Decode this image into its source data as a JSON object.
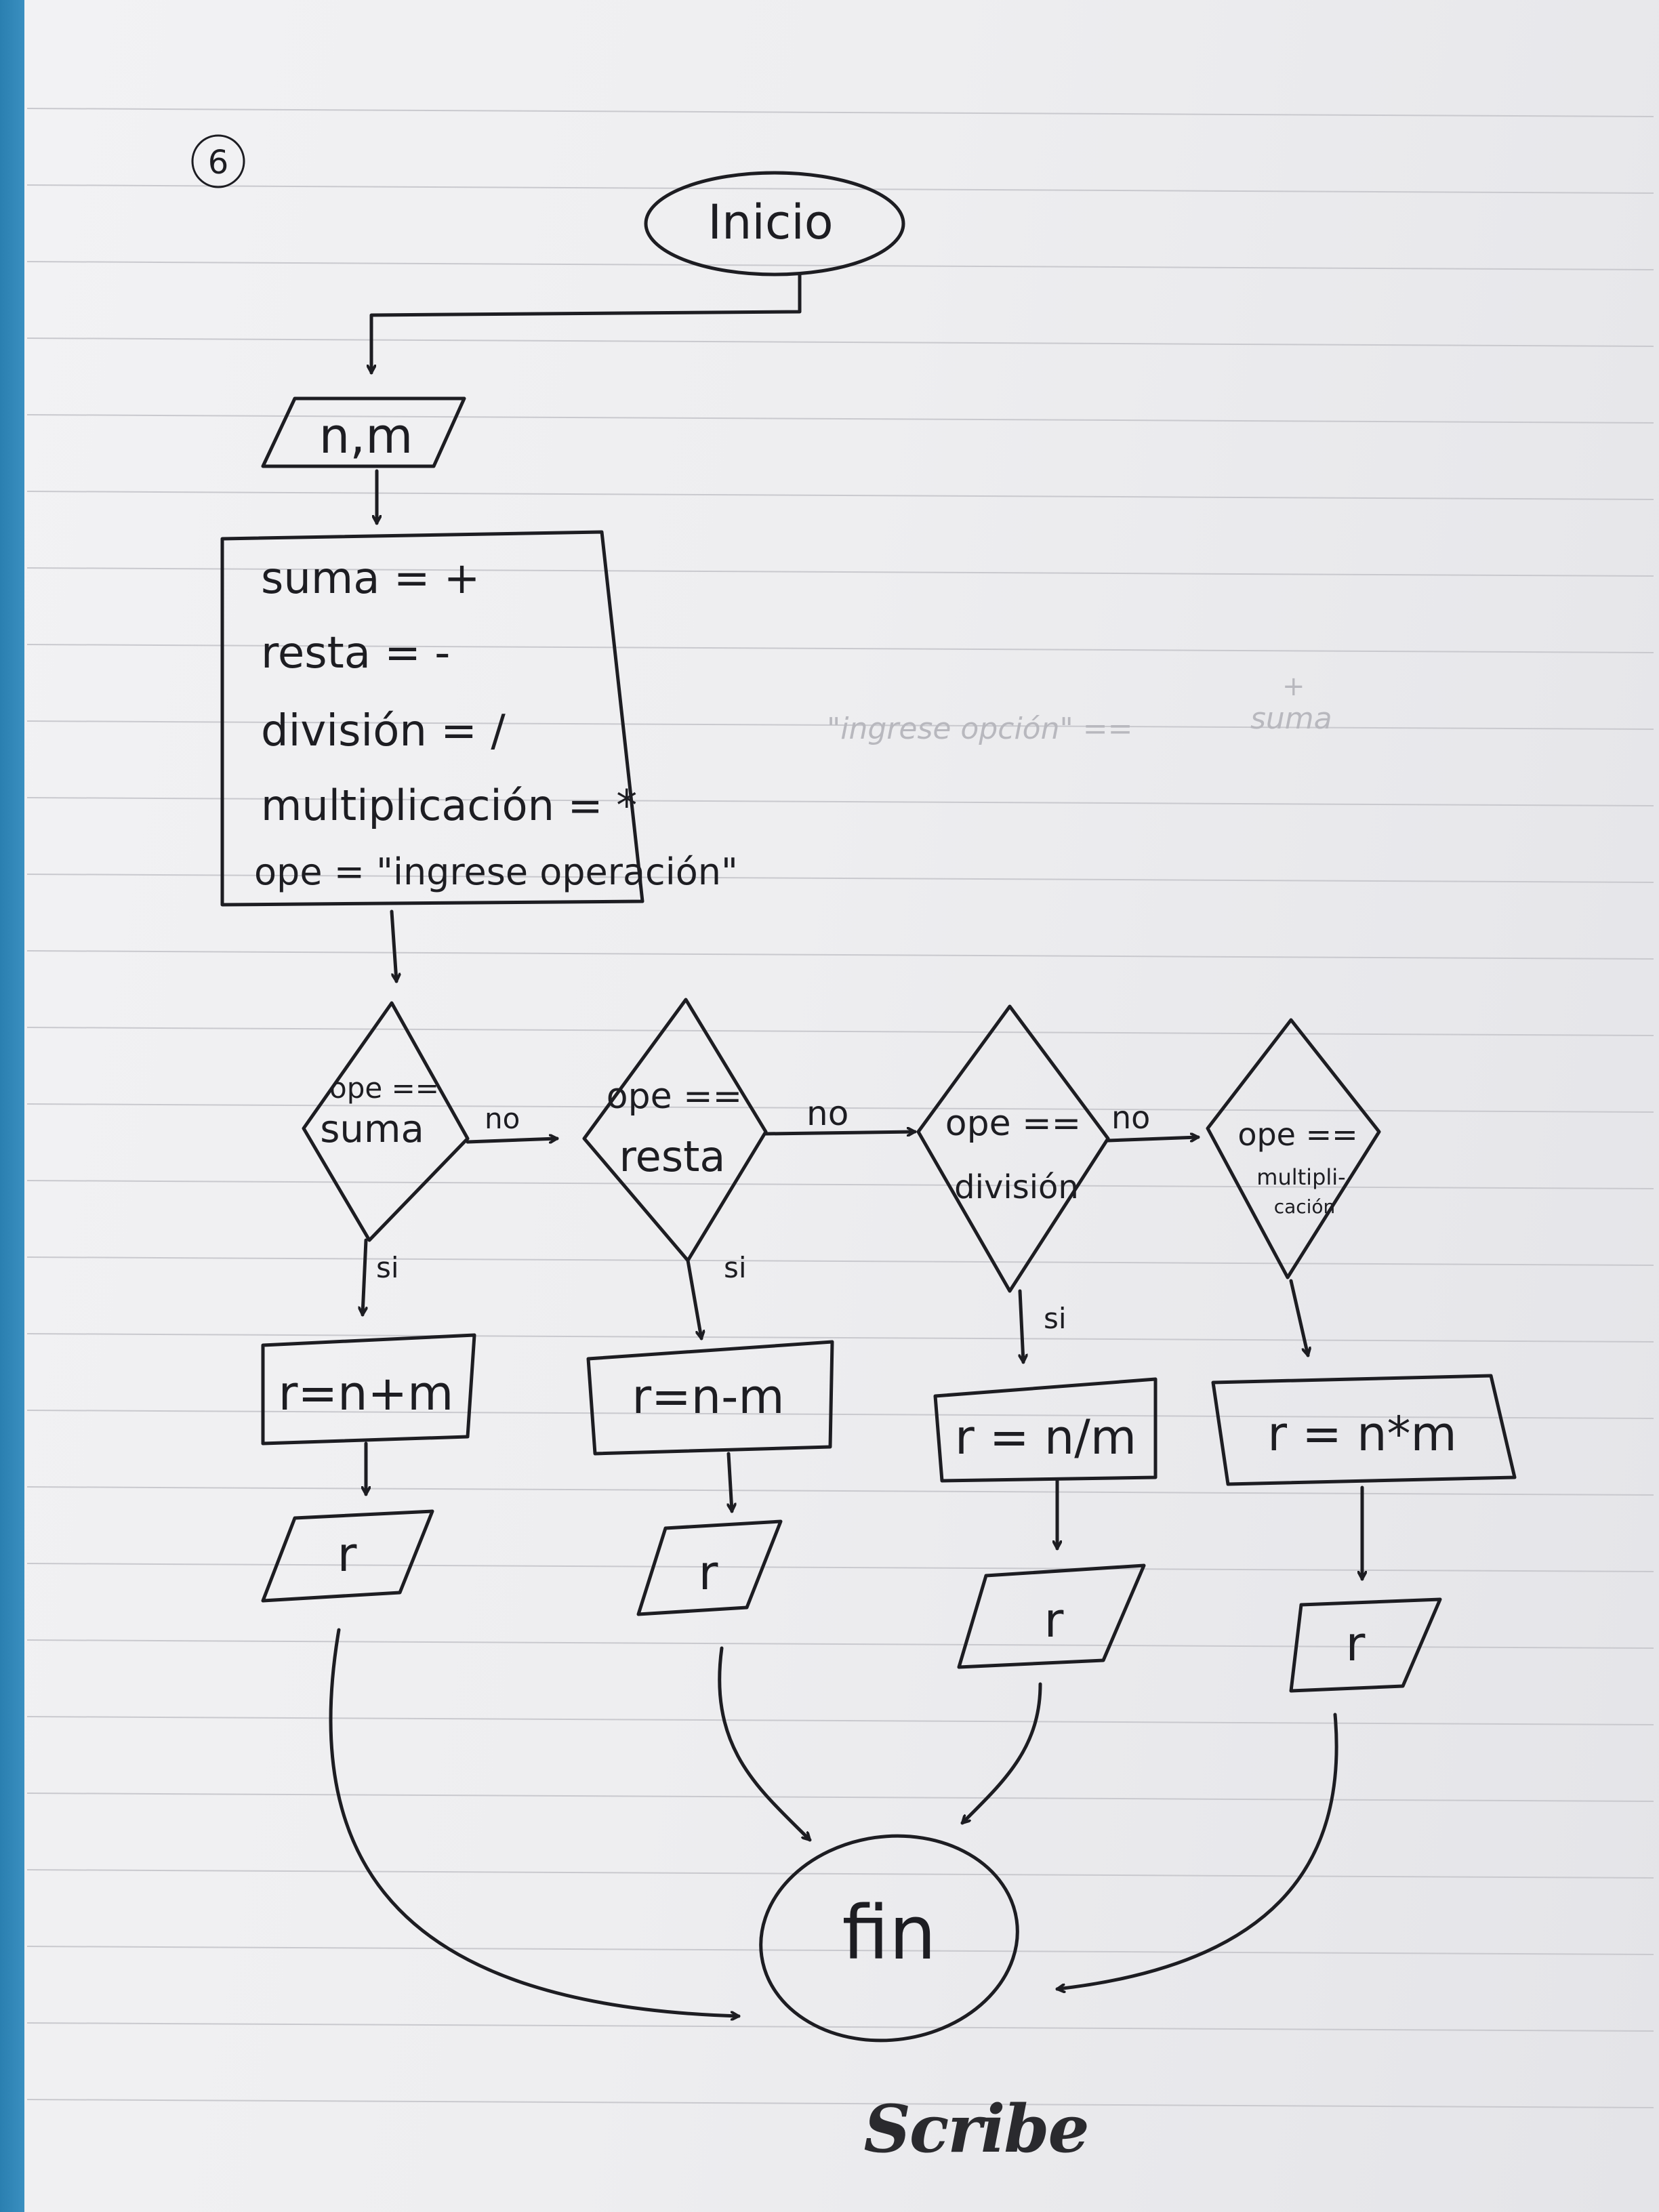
{
  "page": {
    "number": "6",
    "brand": "Scribe",
    "side_note": {
      "text": "\"ingrese opción\" == suma",
      "plus": "+",
      "left": "\"ingrese opción\" ==",
      "right": "suma"
    }
  },
  "flowchart": {
    "start": "Inicio",
    "input": "n,m",
    "assignments": [
      "suma = +",
      "resta = -",
      "división = /",
      "multiplicación = *",
      "ope = \"ingrese operación\""
    ],
    "decisions": [
      {
        "line1": "ope ==",
        "line2": "suma"
      },
      {
        "line1": "ope ==",
        "line2": "resta"
      },
      {
        "line1": "ope ==",
        "line2": "división"
      },
      {
        "line1": "ope ==",
        "line2": "multipli-",
        "line3": "cación"
      }
    ],
    "branch_labels": {
      "yes": "si",
      "no": "no"
    },
    "processes": [
      "r=n+m",
      "r=n-m",
      "r = n/m",
      "r = n*m"
    ],
    "outputs": [
      "r",
      "r",
      "r",
      "r"
    ],
    "end": "fin"
  },
  "colors": {
    "ink": "#1d1d22",
    "paper": "#f0f0f2",
    "rule_line": "#c9c9ce",
    "binding": "#2f86b8"
  }
}
